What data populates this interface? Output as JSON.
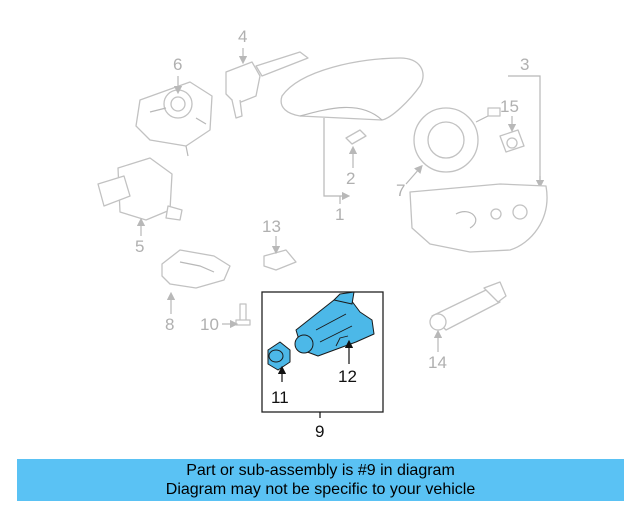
{
  "callouts": {
    "c1": "1",
    "c2": "2",
    "c3": "3",
    "c4": "4",
    "c5": "5",
    "c6": "6",
    "c7": "7",
    "c8": "8",
    "c9": "9",
    "c10": "10",
    "c11": "11",
    "c12": "12",
    "c13": "13",
    "c14": "14",
    "c15": "15"
  },
  "highlight_color": "#4cb8e8",
  "banner": {
    "line1": "Part or sub-assembly is #9 in diagram",
    "line2": "Diagram may not be specific to your vehicle",
    "color": "#5ac2f4"
  }
}
